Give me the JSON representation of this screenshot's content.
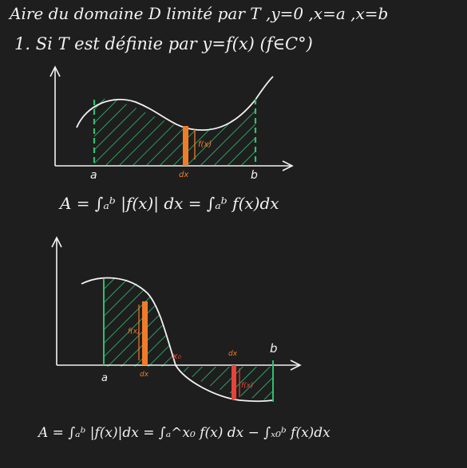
{
  "header": {
    "title": "Aire du domaine D limité par T ,y=0 ,x=a ,x=b",
    "case1": "1. Si T est définie par y=f(x) (f∈C°)"
  },
  "graph1": {
    "label_a": "a",
    "label_b": "b",
    "label_dx": "dx",
    "label_fx": "f(x)",
    "formula": "A = ∫ₐᵇ |f(x)| dx = ∫ₐᵇ f(x)dx"
  },
  "graph2": {
    "label_a": "a",
    "label_b": "b",
    "label_x0": "x₀",
    "label_dx_left": "dx",
    "label_dx_right": "dx",
    "label_fx_left": "f(x)",
    "label_fx_right": "f(x)",
    "formula": "A = ∫ₐᵇ |f(x)|dx = ∫ₐ^x₀ f(x) dx − ∫ₓ₀ᵇ f(x)dx"
  },
  "colors": {
    "background": "#1e1e1e",
    "ink": "#f2f2f2",
    "hatch_green": "#2fbf71",
    "orange": "#f07c2a",
    "red": "#e8423a"
  }
}
